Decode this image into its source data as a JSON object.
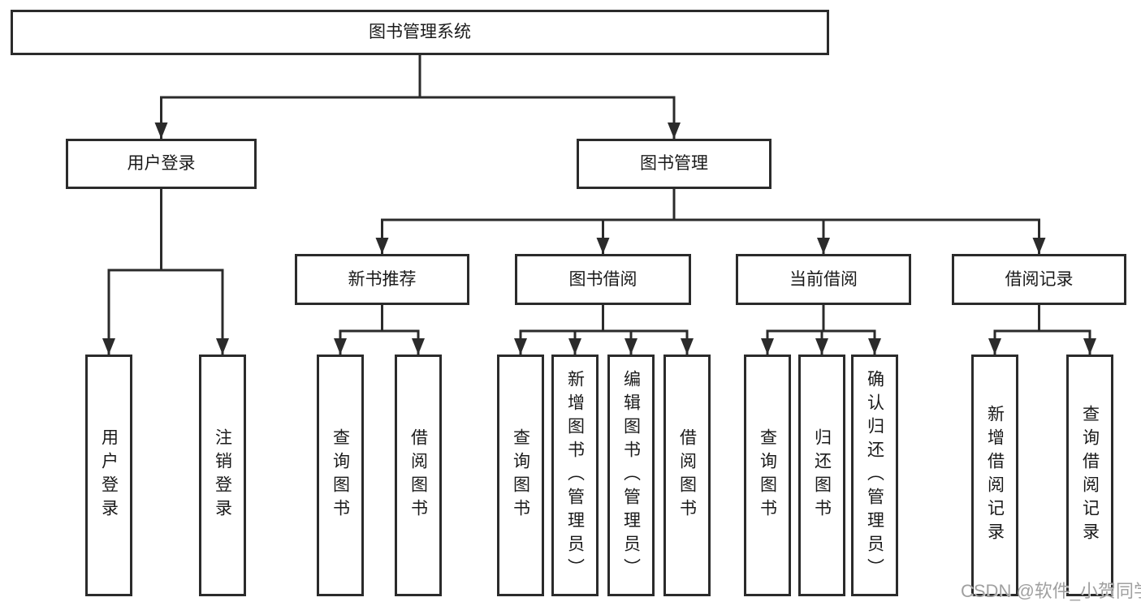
{
  "watermark": "CSDN @软件_小贺同学",
  "colors": {
    "line": "#2b2b2b",
    "box_border": "#2b2b2b",
    "box_fill": "#ffffff",
    "text": "#1a1a1a",
    "watermark": "#a0a0a0",
    "background": "#ffffff"
  },
  "tree": {
    "root": {
      "label": "图书管理系统",
      "children": [
        {
          "label": "用户登录",
          "children": [
            {
              "label": "用户登录"
            },
            {
              "label": "注销登录"
            }
          ]
        },
        {
          "label": "图书管理",
          "children": [
            {
              "label": "新书推荐",
              "children": [
                {
                  "label": "查询图书"
                },
                {
                  "label": "借阅图书"
                }
              ]
            },
            {
              "label": "图书借阅",
              "children": [
                {
                  "label": "查询图书"
                },
                {
                  "label": "新增图书（管理员）"
                },
                {
                  "label": "编辑图书（管理员）"
                },
                {
                  "label": "借阅图书"
                }
              ]
            },
            {
              "label": "当前借阅",
              "children": [
                {
                  "label": "查询图书"
                },
                {
                  "label": "归还图书"
                },
                {
                  "label": "确认归还（管理员）"
                }
              ]
            },
            {
              "label": "借阅记录",
              "children": [
                {
                  "label": "新增借阅记录"
                },
                {
                  "label": "查询借阅记录"
                }
              ]
            }
          ]
        }
      ]
    }
  }
}
